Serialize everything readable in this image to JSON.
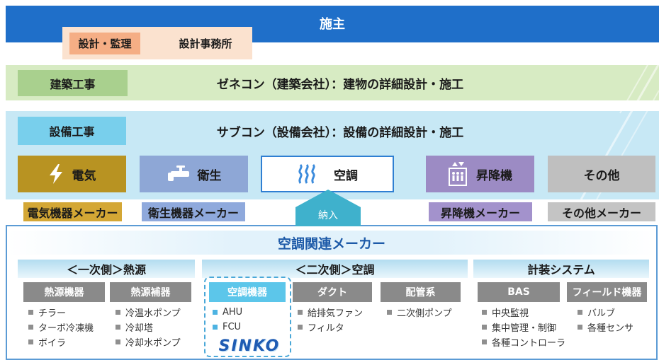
{
  "owner": {
    "label": "施主"
  },
  "designer": {
    "role": "設計・監理",
    "organization": "設計事務所"
  },
  "construction": {
    "role": "建築工事",
    "description": "ゼネコン（建築会社）：建物の詳細設計・施工"
  },
  "facility": {
    "role": "設備工事",
    "description": "サブコン（設備会社）：設備の詳細設計・施工",
    "categories": [
      {
        "label": "電気",
        "icon": "lightning-icon",
        "maker": "電気機器メーカー",
        "color": "#b89322",
        "maker_color": "#d4a735"
      },
      {
        "label": "衛生",
        "icon": "faucet-icon",
        "maker": "衛生機器メーカー",
        "color": "#8ea7d6",
        "maker_color": "#8fa9dc"
      },
      {
        "label": "空調",
        "icon": "airflow-icon",
        "color": "#ffffff"
      },
      {
        "label": "昇降機",
        "icon": "elevator-icon",
        "maker": "昇降機メーカー",
        "color": "#9c8bc4",
        "maker_color": "#a392cc"
      },
      {
        "label": "その他",
        "maker": "その他メーカー",
        "color": "#bfbfbf",
        "maker_color": "#c4c4c4"
      }
    ],
    "delivery_label": "納入"
  },
  "hvac_makers": {
    "title": "空調関連メーカー",
    "columns": [
      {
        "header": "＜一次側＞熱源",
        "groups": [
          {
            "header": "熱源機器",
            "items": [
              "チラー",
              "ターボ冷凍機",
              "ボイラ"
            ]
          },
          {
            "header": "熱源補器",
            "items": [
              "冷温水ポンプ",
              "冷却塔",
              "冷却水ポンプ"
            ]
          }
        ]
      },
      {
        "header": "＜二次側＞空調",
        "groups": [
          {
            "header": "空調機器",
            "items": [
              "AHU",
              "FCU"
            ],
            "highlighted": true
          },
          {
            "header": "ダクト",
            "items": [
              "給排気ファン",
              "フィルタ"
            ]
          },
          {
            "header": "配管系",
            "items": [
              "二次側ポンプ"
            ]
          }
        ]
      },
      {
        "header": "計装システム",
        "groups": [
          {
            "header": "BAS",
            "items": [
              "中央監視",
              "集中管理・制御",
              "各種コントローラ"
            ]
          },
          {
            "header": "フィールド機器",
            "items": [
              "バルブ",
              "各種センサ"
            ]
          }
        ]
      }
    ],
    "brand": "SINKO"
  },
  "colors": {
    "owner_band": "#1f6fc9",
    "designer_area": "#fbe2cf",
    "designer_role": "#f5ae85",
    "construction_band": "#d7ebc3",
    "construction_role": "#a9d08e",
    "facility_area": "#c7e8f5",
    "facility_role": "#78cfec",
    "delivery_arrow": "#3fb1cc",
    "panel_border": "#5b9bd5",
    "title_text": "#1d5aa8",
    "highlight": "#4db3e2",
    "brand_text": "#1f5cb3",
    "subheader_gray": "#8a8a8a"
  }
}
